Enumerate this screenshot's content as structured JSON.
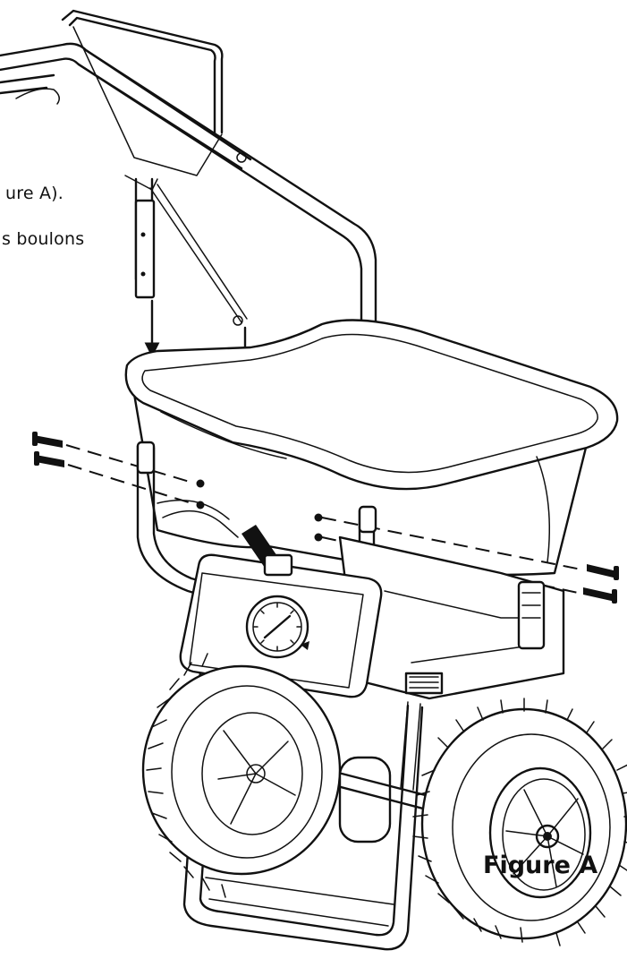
{
  "text_fragments": {
    "line1": "ure A).",
    "line2": "s boulons"
  },
  "figure_label": "Figure A"
}
